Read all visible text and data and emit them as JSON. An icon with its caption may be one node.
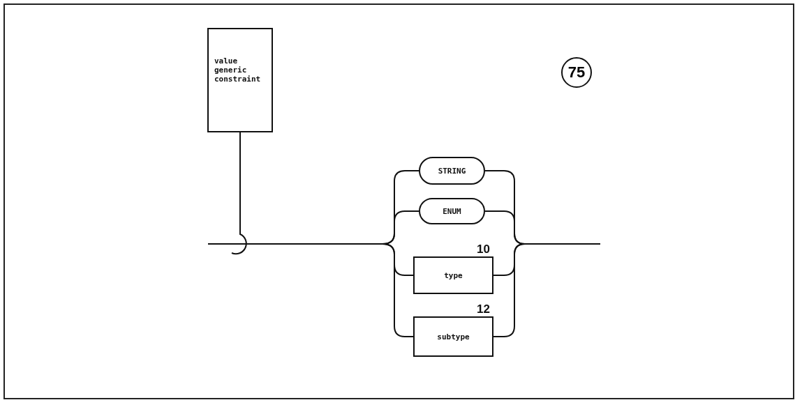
{
  "diagram": {
    "nodes": [
      {
        "text": [
          "value generic constraint"
        ]
      },
      {
        "text": [
          "75"
        ]
      },
      {
        "text": [
          "STRING"
        ]
      },
      {
        "text": [
          "ENUM"
        ]
      },
      {
        "text": [
          "type"
        ],
        "beside": [
          "10"
        ]
      },
      {
        "text": [
          "subtype"
        ],
        "beside": [
          "12"
        ]
      }
    ],
    "edges": [
      {
        "from": 0,
        "to": null,
        "arrow": "none"
      },
      {
        "from": null,
        "to": 2,
        "arrow": "none"
      },
      {
        "from": null,
        "to": 3,
        "arrow": "none"
      },
      {
        "from": null,
        "to": 4,
        "arrow": "none"
      },
      {
        "from": null,
        "to": 5,
        "arrow": "none"
      },
      {
        "from": 2,
        "to": null,
        "arrow": "none"
      },
      {
        "from": 3,
        "to": null,
        "arrow": "none"
      },
      {
        "from": 4,
        "to": null,
        "arrow": "none"
      },
      {
        "from": 5,
        "to": null,
        "arrow": "none"
      }
    ]
  }
}
